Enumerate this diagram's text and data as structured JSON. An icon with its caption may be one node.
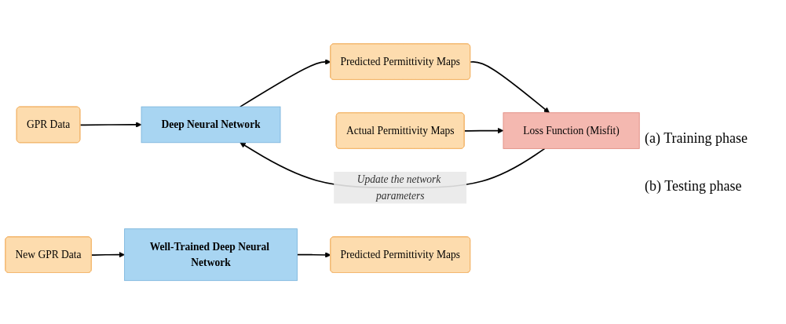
{
  "diagram": {
    "nodes": [
      {
        "text": [
          "GPR Data"
        ]
      },
      {
        "text": [
          "Deep Neural Network"
        ]
      },
      {
        "text": [
          "Predicted Permittivity Maps"
        ]
      },
      {
        "text": [
          "Actual Permittivity Maps"
        ]
      },
      {
        "text": [
          "Loss Function (Misfit)"
        ]
      },
      {
        "text": [
          "New GPR Data"
        ]
      },
      {
        "text": [
          "Well-Trained Deep Neural Network"
        ]
      },
      {
        "text": [
          "Predicted Permittivity Maps"
        ]
      }
    ],
    "edges": [
      {
        "from": 0,
        "to": 1,
        "arrow": "to"
      },
      {
        "from": 1,
        "to": 2,
        "arrow": "to"
      },
      {
        "from": 2,
        "to": 4,
        "arrow": "to"
      },
      {
        "from": 3,
        "to": 4,
        "arrow": "to"
      },
      {
        "from": 4,
        "to": 1,
        "arrow": "to",
        "label": "Update the network parameters"
      },
      {
        "from": 5,
        "to": 6,
        "arrow": "to"
      },
      {
        "from": 6,
        "to": 7,
        "arrow": "to"
      }
    ],
    "labels": [
      "(a) Training phase",
      "(b) Testing phase"
    ]
  }
}
